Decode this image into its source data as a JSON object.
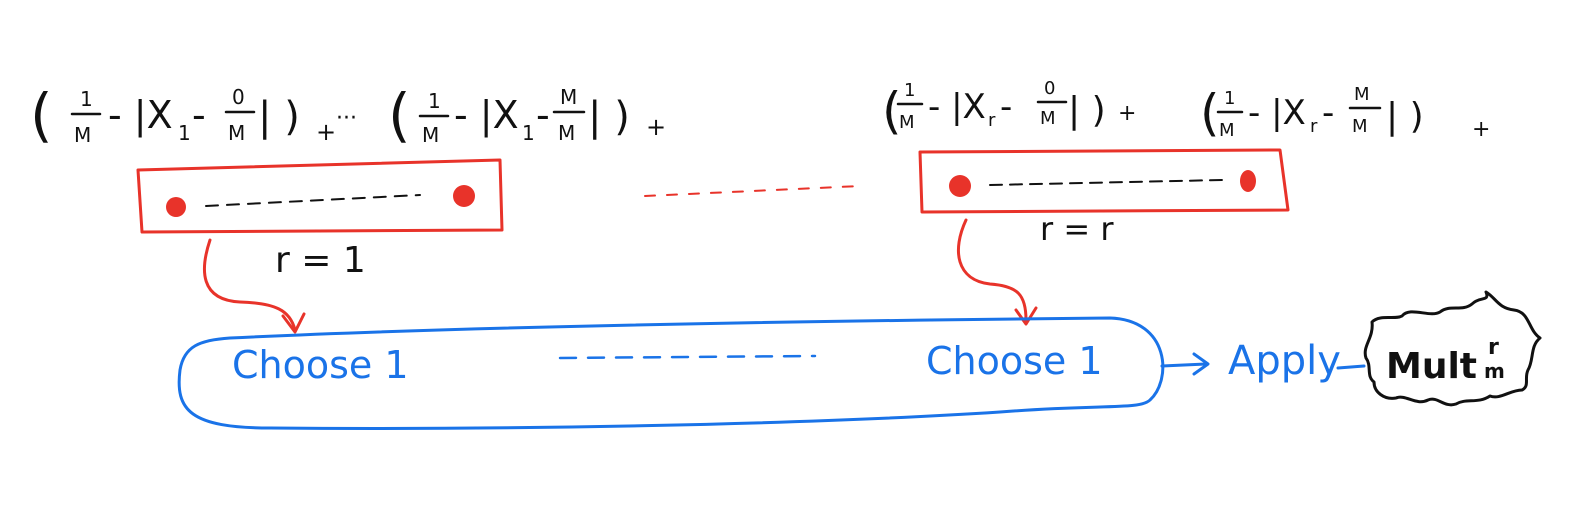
{
  "colors": {
    "ink": "#111111",
    "red": "#e8332a",
    "blue": "#1a73e8"
  },
  "formulas": {
    "f1_open": "(",
    "f1_frac_num": "1",
    "f1_frac_den": "M",
    "f1_mid": "- |X",
    "f1_sub": "1",
    "f1_minus": "-",
    "f1_frac2_num": "0",
    "f1_frac2_den": "M",
    "f1_close": "| )",
    "f1_plus": "+",
    "dots": "···",
    "f2_open": "(",
    "f2_frac_num": "1",
    "f2_frac_den": "M",
    "f2_mid": "- |X",
    "f2_sub": "1",
    "f2_minus": "-",
    "f2_frac2_num": "M",
    "f2_frac2_den": "M",
    "f2_close": "| )",
    "f2_plus": "+",
    "f3_open": "(",
    "f3_frac_num": "1",
    "f3_frac_den": "M",
    "f3_mid": "- |X",
    "f3_sub": "r",
    "f3_minus": "-",
    "f3_frac2_num": "0",
    "f3_frac2_den": "M",
    "f3_close": "| )",
    "f3_plus": "+",
    "f4_open": "(",
    "f4_frac_num": "1",
    "f4_frac_den": "M",
    "f4_mid": "- |X",
    "f4_sub": "r",
    "f4_minus": "-",
    "f4_frac2_num": "M",
    "f4_frac2_den": "M",
    "f4_close": "| )",
    "f4_plus": "+"
  },
  "labels": {
    "r_left": "r = 1",
    "r_right": "r = r"
  },
  "pipeline": {
    "choose_left": "Choose 1",
    "choose_right": "Choose 1",
    "apply": "Apply",
    "mult_base": "Mult",
    "mult_sup": "r",
    "mult_sub": "m"
  }
}
